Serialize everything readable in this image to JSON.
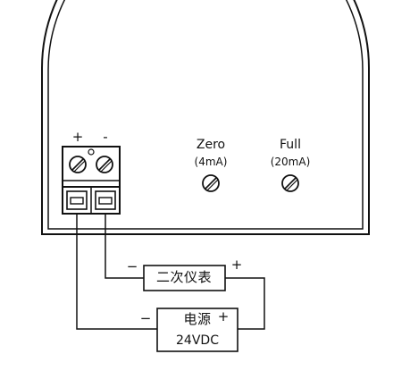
{
  "terminal": {
    "plus_label": "+",
    "minus_label": "-"
  },
  "zero_pot": {
    "label": "Zero",
    "sublabel": "(4mA)",
    "icon": "adjust-screw-icon"
  },
  "full_pot": {
    "label": "Full",
    "sublabel": "(20mA)",
    "icon": "adjust-screw-icon"
  },
  "instrument": {
    "label": "二次仪表",
    "minus_label": "−",
    "plus_label": "+"
  },
  "power": {
    "label_line1": "电源",
    "label_line2": "24VDC",
    "minus_label": "−",
    "plus_label": "+"
  },
  "colors": {
    "stroke": "#111111",
    "background": "#ffffff"
  }
}
